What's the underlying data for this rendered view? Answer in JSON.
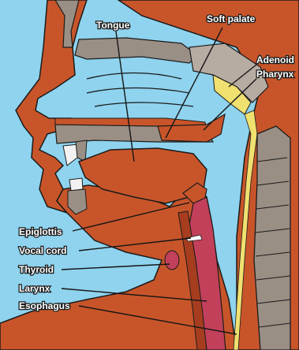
{
  "diagram": {
    "labels": {
      "tongue": "Tongue",
      "soft_palate": "Soft palate",
      "adenoid": "Adenoid",
      "pharynx": "Pharynx",
      "epiglottis": "Epiglottis",
      "vocal_cord": "Vocal cord",
      "thyroid": "Thyroid",
      "larynx": "Larynx",
      "esophagus": "Esophagus"
    },
    "colors": {
      "air": "#8fd3ee",
      "tissue": "#c8552a",
      "tissue_dark": "#a73d1f",
      "bone": "#9a8f85",
      "bone_light": "#b7aca2",
      "adenoid": "#f0e070",
      "airway": "#c2405a",
      "outline": "#1b1b1b"
    }
  }
}
